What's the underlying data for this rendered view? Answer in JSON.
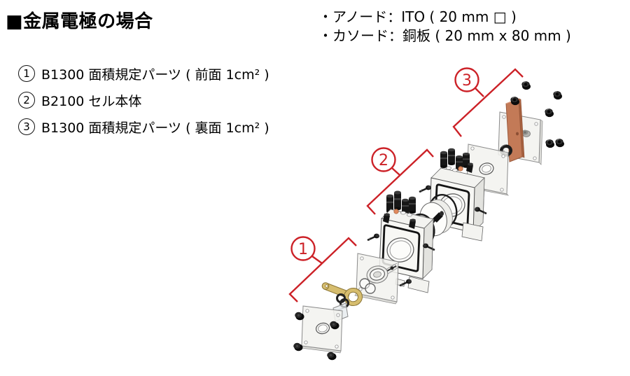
{
  "title": "■金属電極の場合",
  "electrode_info": {
    "anode": "・アノード：ITO ( 20 mm □ )",
    "cathode": "・カソード：銅板 ( 20 mm x 80 mm )"
  },
  "legend": [
    {
      "number": "1",
      "label": "B1300 面積規定パーツ ( 前面 1cm² )"
    },
    {
      "number": "2",
      "label": "B2100 セル本体"
    },
    {
      "number": "3",
      "label": "B1300 面積規定パーツ ( 裏面 1cm² )"
    }
  ],
  "diagram": {
    "callout_1": "1",
    "callout_2": "2",
    "callout_3": "3",
    "colors": {
      "callout_red": "#cc2127",
      "copper_plate": "#c37a57",
      "gold_terminal": "#d6bd6e",
      "acrylic_plate": "#f2f2ef",
      "cap_black": "#161616"
    }
  }
}
